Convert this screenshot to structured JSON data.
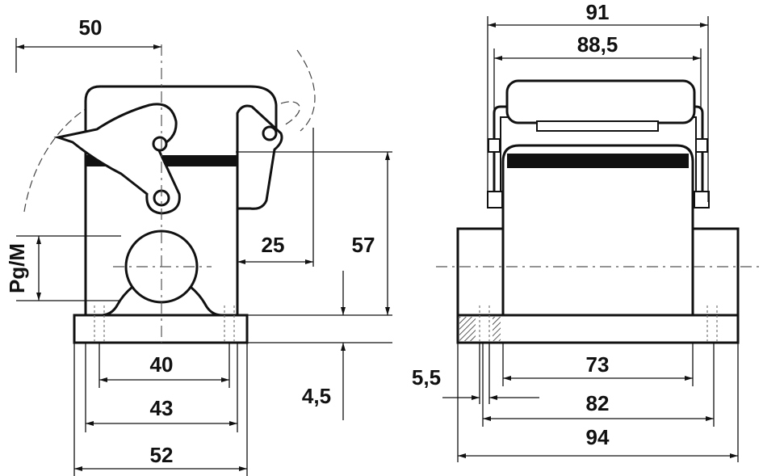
{
  "dimensions": {
    "side_view": {
      "width_top": "50",
      "pg_label": "Pg/M",
      "offset_25": "25",
      "height_57": "57",
      "base_4_5": "4,5",
      "hole_40": "40",
      "hole_43": "43",
      "base_52": "52"
    },
    "front_view": {
      "width_91": "91",
      "width_88_5": "88,5",
      "hole_5_5": "5,5",
      "pitch_73": "73",
      "pitch_82": "82",
      "base_94": "94"
    }
  },
  "colors": {
    "line": "#111111",
    "background": "#ffffff"
  }
}
